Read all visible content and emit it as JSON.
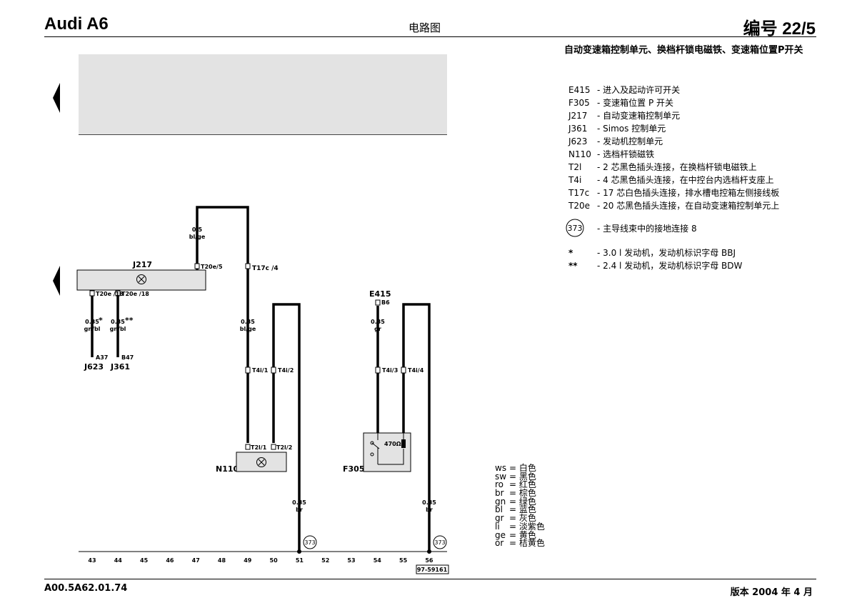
{
  "header": {
    "model": "Audi A6",
    "center": "电路图",
    "number": "编号 22/5"
  },
  "title": "自动变速箱控制单元、换档杆锁电磁铁、变速箱位置P开关",
  "legend": [
    {
      "code": "E415",
      "desc": "- 进入及起动许可开关"
    },
    {
      "code": "F305",
      "desc": "- 变速箱位置 P 开关"
    },
    {
      "code": "J217",
      "desc": "- 自动变速箱控制单元"
    },
    {
      "code": "J361",
      "desc": "- Simos 控制单元"
    },
    {
      "code": "J623",
      "desc": "- 发动机控制单元"
    },
    {
      "code": "N110",
      "desc": "- 选档杆锁磁铁"
    },
    {
      "code": "T2l",
      "desc": "- 2 芯黑色插头连接，在换档杆锁电磁铁上"
    },
    {
      "code": "T4i",
      "desc": "- 4 芯黑色插头连接，在中控台内选档杆支座上"
    },
    {
      "code": "T17c",
      "desc": "- 17 芯白色插头连接，排水槽电控箱左侧接线板"
    },
    {
      "code": "T20e",
      "desc": "- 20 芯黑色插头连接，在自动变速箱控制单元上"
    }
  ],
  "ground_legend": {
    "code": "373",
    "desc": "- 主导线束中的接地连接 8"
  },
  "notes": [
    {
      "mark": "*",
      "desc": "- 3.0 l 发动机，发动机标识字母 BBJ"
    },
    {
      "mark": "**",
      "desc": "- 2.4 l 发动机，发动机标识字母 BDW"
    }
  ],
  "color_codes": [
    {
      "abbr": "ws",
      "name": "= 白色"
    },
    {
      "abbr": "sw",
      "name": "= 黑色"
    },
    {
      "abbr": "ro",
      "name": "= 红色"
    },
    {
      "abbr": "br",
      "name": "= 棕色"
    },
    {
      "abbr": "gn",
      "name": "= 绿色"
    },
    {
      "abbr": "bl",
      "name": "= 蓝色"
    },
    {
      "abbr": "gr",
      "name": "= 灰色"
    },
    {
      "abbr": "li",
      "name": "= 淡紫色"
    },
    {
      "abbr": "ge",
      "name": "= 黄色"
    },
    {
      "abbr": "or",
      "name": "= 桔黄色"
    }
  ],
  "diagram": {
    "components": {
      "J217": "J217",
      "J623": "J623",
      "J361": "J361",
      "E415": "E415",
      "N110": "N110",
      "F305": "F305"
    },
    "wires": {
      "w1": {
        "size": "0.5",
        "color": "bl/ge"
      },
      "w2": {
        "size": "0.35",
        "color": "gn/bl",
        "mark": "*"
      },
      "w3": {
        "size": "0.35",
        "color": "gn/bl",
        "mark": "**"
      },
      "w4": {
        "size": "0.35",
        "color": "bl/ge"
      },
      "w5": {
        "size": "0.35",
        "color": "gr"
      },
      "w6": {
        "size": "0.35",
        "color": "br"
      },
      "w7": {
        "size": "0.35",
        "color": "br"
      }
    },
    "pins": {
      "t20e5": "T20e/5",
      "t17c4": "T17c /4",
      "t20e18a": "T20e /18",
      "t20e18b": "T20e /18",
      "a37": "A37",
      "b47": "B47",
      "b6": "B6",
      "t4i1": "T4i/1",
      "t4i2": "T4i/2",
      "t4i3": "T4i/3",
      "t4i4": "T4i/4",
      "t2l1": "T2l/1",
      "t2l2": "T2l/2"
    },
    "resistor": "470Ω",
    "ground_id": "373",
    "positions": [
      "43",
      "44",
      "45",
      "46",
      "47",
      "48",
      "49",
      "50",
      "51",
      "52",
      "53",
      "54",
      "55",
      "56"
    ],
    "ref": "97-59161"
  },
  "footer": {
    "code": "A00.5A62.01.74",
    "edition": "版本 2004 年 4 月"
  }
}
